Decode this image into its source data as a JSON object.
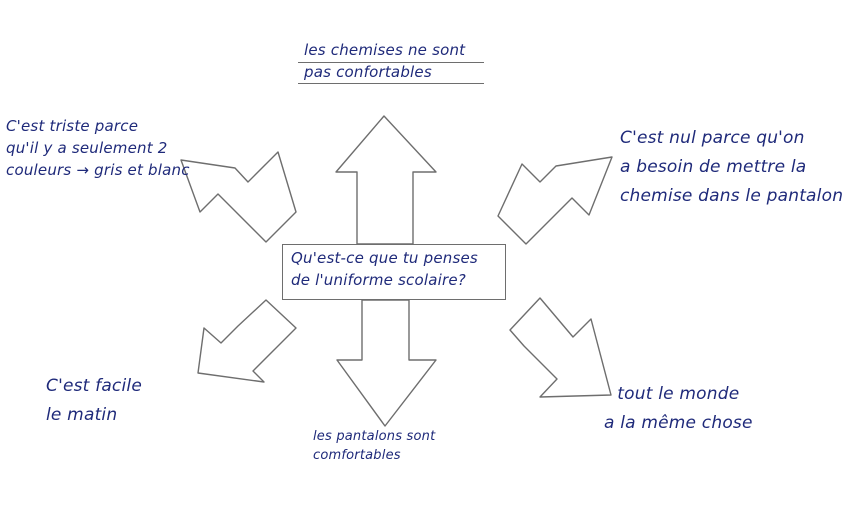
{
  "diagram": {
    "center_question": [
      "Qu'est-ce que tu penses",
      "de l'uniforme scolaire?"
    ],
    "notes": {
      "top": [
        "les chemises ne sont",
        "pas confortables"
      ],
      "left_top": [
        "C'est triste parce",
        "qu'il y a seulement 2",
        "couleurs → gris et blanc"
      ],
      "right_top": [
        "C'est nul parce qu'on",
        "a besoin de mettre la",
        "chemise dans le pantalon."
      ],
      "left_bottom": [
        "C'est facile",
        "le matin"
      ],
      "right_bottom": [
        "tout le monde",
        "a la même chose"
      ],
      "bottom": [
        "les pantalons sont",
        "comfortables"
      ]
    },
    "colors": {
      "ink": "#1f2a7a",
      "pencil": "#6e6e6e",
      "paper": "#ffffff"
    }
  }
}
